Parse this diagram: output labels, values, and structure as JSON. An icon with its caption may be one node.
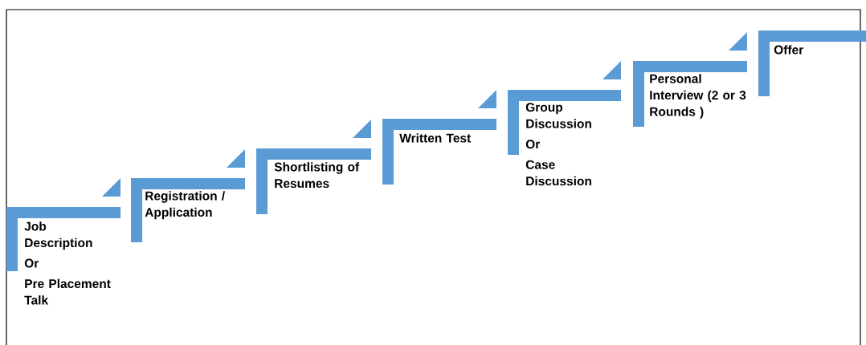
{
  "diagram": {
    "nodes": [
      {
        "text": [
          "Job Description",
          "Or",
          "Pre Placement Talk"
        ]
      },
      {
        "text": [
          "Registration / Application"
        ]
      },
      {
        "text": [
          "Shortlisting of Resumes"
        ]
      },
      {
        "text": [
          "Written Test"
        ]
      },
      {
        "text": [
          "Group Discussion",
          "Or",
          "Case Discussion"
        ]
      },
      {
        "text": [
          "Personal Interview (2 or 3 Rounds )"
        ]
      },
      {
        "text": [
          "Offer"
        ]
      }
    ]
  }
}
